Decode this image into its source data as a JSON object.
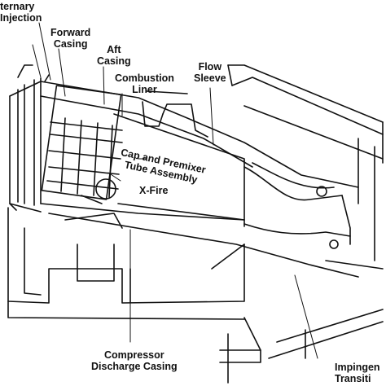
{
  "diagram": {
    "labels": {
      "tertiary_injection": [
        "ternary",
        "Injection"
      ],
      "forward_casing": [
        "Forward",
        "Casing"
      ],
      "aft_casing": [
        "Aft",
        "Casing"
      ],
      "combustion_liner": [
        "Combustion",
        "Liner"
      ],
      "flow_sleeve": [
        "Flow",
        "Sleeve"
      ],
      "cap_premixer": [
        "Cap and Premixer",
        "Tube Assembly"
      ],
      "x_fire": "X-Fire",
      "compressor_casing": [
        "Compressor",
        "Discharge Casing"
      ],
      "impingement_transition": [
        "Impingen",
        "Transiti"
      ]
    }
  }
}
